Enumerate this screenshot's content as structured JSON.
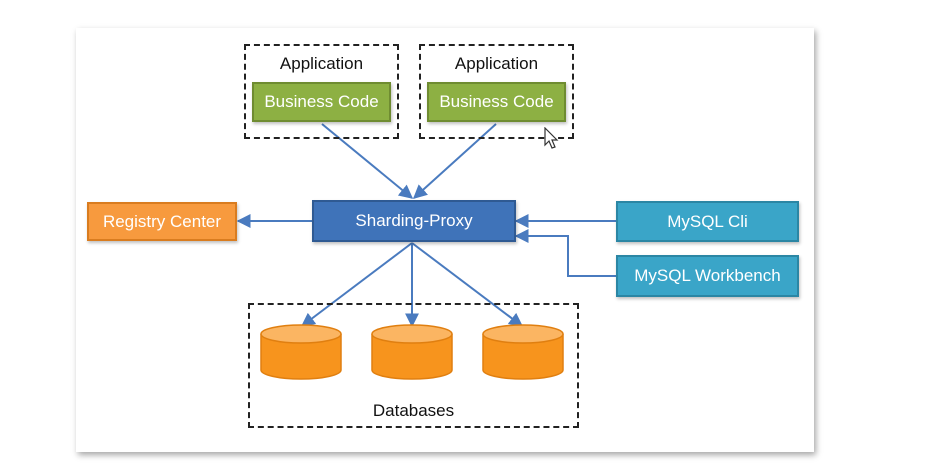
{
  "applications": [
    {
      "title": "Application",
      "code_label": "Business Code"
    },
    {
      "title": "Application",
      "code_label": "Business Code"
    }
  ],
  "proxy": {
    "label": "Sharding-Proxy"
  },
  "registry": {
    "label": "Registry Center"
  },
  "clients": [
    {
      "label": "MySQL Cli"
    },
    {
      "label": "MySQL Workbench"
    }
  ],
  "databases": {
    "label": "Databases"
  },
  "colors": {
    "business_code": "#8db043",
    "proxy": "#3f73b9",
    "registry": "#f79a3e",
    "clients": "#3aa5c8",
    "database": "#f7941d",
    "arrow": "#4a7bbf"
  }
}
